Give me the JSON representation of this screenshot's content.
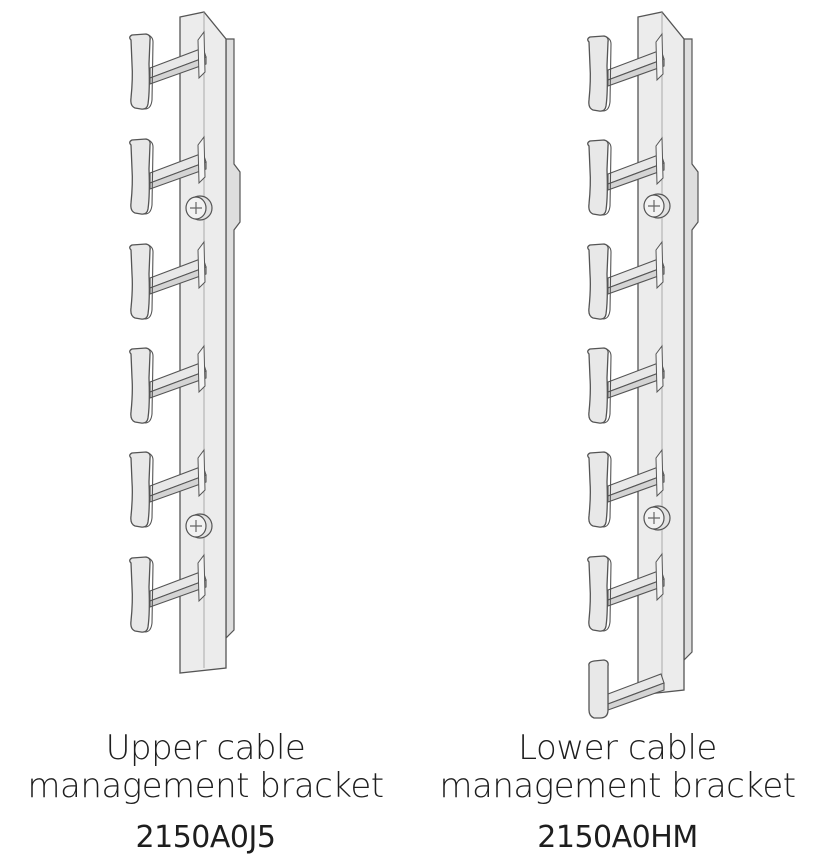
{
  "brackets": [
    {
      "name_line1": "Upper cable",
      "name_line2": "management bracket",
      "part_number": "2150A0J5",
      "fingers": 6,
      "screws": 2
    },
    {
      "name_line1": "Lower cable",
      "name_line2": "management bracket",
      "part_number": "2150A0HM",
      "fingers": 7,
      "screws": 2
    }
  ],
  "colors": {
    "rail_fill": "#ececec",
    "stroke": "#555555",
    "finger_fill": "#e8e8e8",
    "screw_fill": "#f2f2f2"
  }
}
